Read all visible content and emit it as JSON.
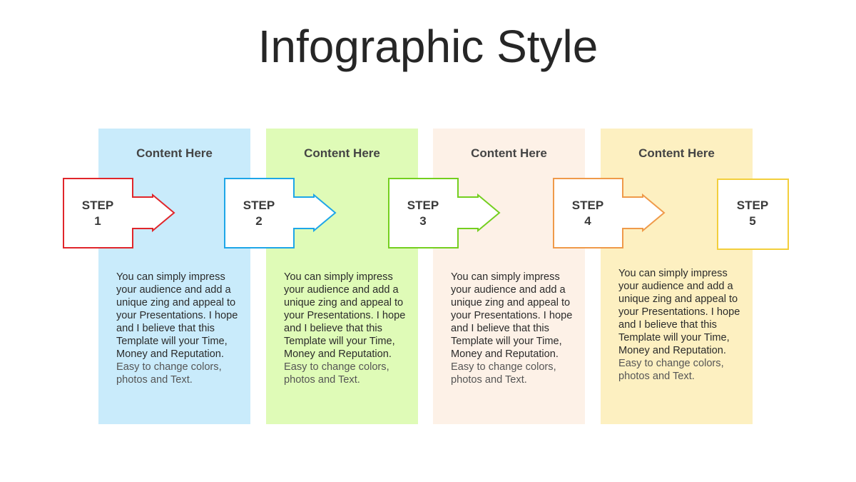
{
  "title": "Infographic Style",
  "panels": [
    {
      "heading": "Content Here",
      "body_main": "You can simply impress your audience and add a unique zing and appeal to your Presentations. I hope and I believe that this Template will your Time, Money and Reputation.",
      "body_muted": "Easy to change colors, photos and Text.",
      "color": "#c9ebfb"
    },
    {
      "heading": "Content Here",
      "body_main": "You can simply impress your audience and add a unique zing and appeal to your Presentations. I hope and I believe that this Template will your Time, Money and Reputation.",
      "body_muted": "Easy to change colors, photos and Text.",
      "color": "#dffbb7"
    },
    {
      "heading": "Content Here",
      "body_main": "You can simply impress your audience and add a unique zing and appeal to your Presentations. I hope and I believe that this Template will your Time, Money and Reputation.",
      "body_muted": "Easy to change colors, photos and Text.",
      "color": "#fdf1e7"
    },
    {
      "heading": "Content Here",
      "body_main": "You can simply impress your audience and add a unique zing and appeal to your Presentations. I hope and I believe that this Template will your Time, Money and Reputation.",
      "body_muted": "Easy to change colors, photos and Text.",
      "color": "#fdf0c1"
    }
  ],
  "steps": [
    {
      "word": "STEP",
      "number": "1",
      "color": "#e0262b"
    },
    {
      "word": "STEP",
      "number": "2",
      "color": "#1ea6e8"
    },
    {
      "word": "STEP",
      "number": "3",
      "color": "#74cf1f"
    },
    {
      "word": "STEP",
      "number": "4",
      "color": "#ef9a4a"
    },
    {
      "word": "STEP",
      "number": "5",
      "color": "#f3cf3c"
    }
  ]
}
